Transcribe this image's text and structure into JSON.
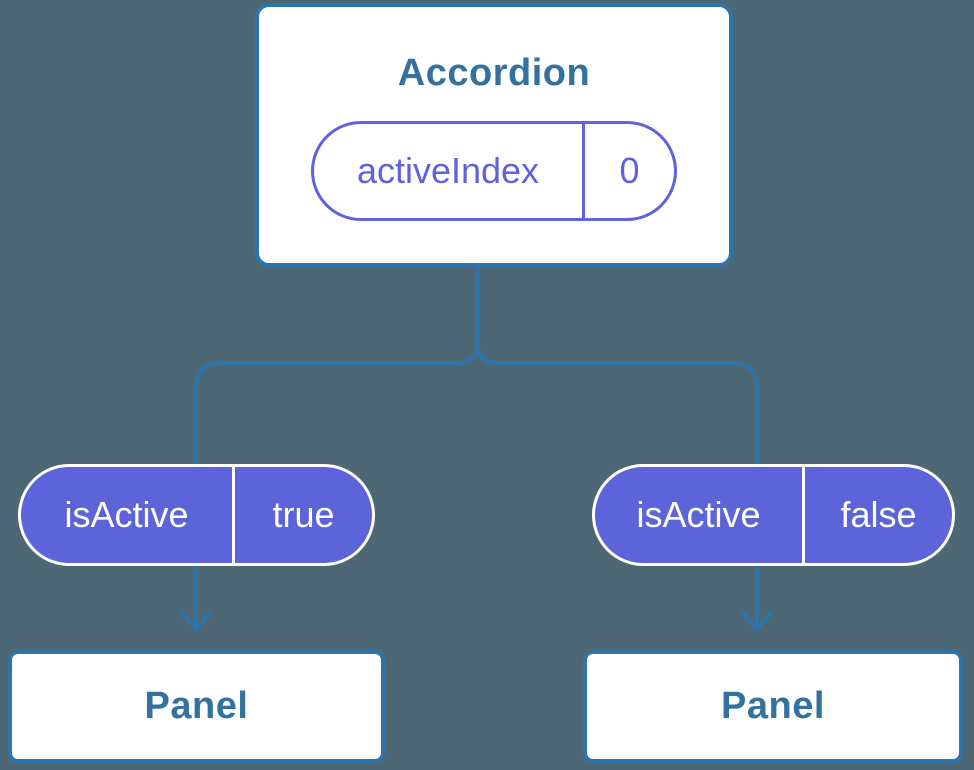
{
  "diagram": {
    "type": "component-tree",
    "root": {
      "title": "Accordion",
      "state": {
        "name": "activeIndex",
        "value": "0"
      }
    },
    "props": [
      {
        "name": "isActive",
        "value": "true"
      },
      {
        "name": "isActive",
        "value": "false"
      }
    ],
    "children": [
      {
        "title": "Panel"
      },
      {
        "title": "Panel"
      }
    ]
  },
  "colors": {
    "background": "#4d6874",
    "connector": "#2f74a8",
    "card_border": "#2f74a8",
    "card_bg": "#ffffff",
    "title_text": "#33719f",
    "state_pill_accent": "#5f62e0",
    "prop_pill_bg": "#5d63d8",
    "prop_pill_text": "#ffffff"
  }
}
